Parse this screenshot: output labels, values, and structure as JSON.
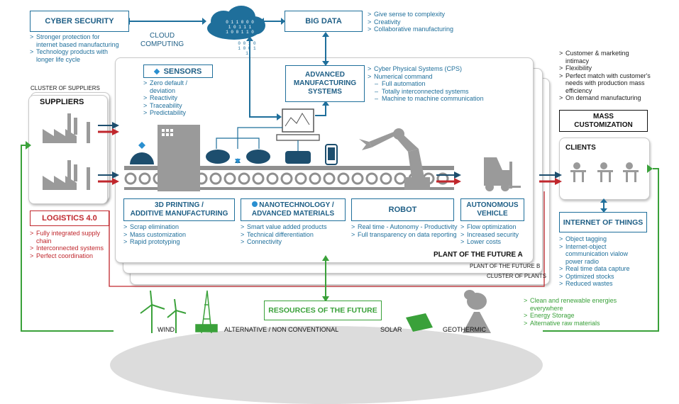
{
  "cyber_security": {
    "title": "CYBER SECURITY",
    "points": [
      "Stronger protection for internet based manufacturing",
      "Technology products with longer life cycle"
    ]
  },
  "cloud": {
    "label_line1": "CLOUD",
    "label_line2": "COMPUTING",
    "binary": [
      "0 1 1 0 0 0",
      "1 0 1 1 1",
      "1 0 0 1 1 0",
      "0 0 1 0",
      "1 0 0 1",
      "1"
    ]
  },
  "big_data": {
    "title": "BIG DATA",
    "points": [
      "Give sense to complexity",
      "Creativity",
      "Collaborative manufacturing"
    ]
  },
  "ams": {
    "title_line1": "ADVANCED",
    "title_line2": "MANUFACTURING",
    "title_line3": "SYSTEMS",
    "points": [
      "Cyber Physical Systems (CPS)",
      "Numerical command"
    ],
    "subpoints": [
      "Full automation",
      "Totally interconnected systems",
      "Machine to machine communication"
    ]
  },
  "mass_custom": {
    "points": [
      "Customer & marketing intimacy",
      "Flexibility",
      "Perfect match with customer's needs with production mass efficiency",
      "On demand manufacturing"
    ],
    "title_line1": "MASS",
    "title_line2": "CUSTOMIZATION"
  },
  "sensors": {
    "title": "SENSORS",
    "points": [
      "Zero default / deviation",
      "Reactivity",
      "Traceability",
      "Predictability"
    ]
  },
  "suppliers": {
    "cluster_label": "CLUSTER OF SUPPLIERS",
    "title": "SUPPLIERS"
  },
  "logistics": {
    "title": "LOGISTICS 4.0",
    "points": [
      "Fully integrated supply chain",
      "Interconnected systems",
      "Perfect coordination"
    ]
  },
  "printing": {
    "title_line1": "3D PRINTING /",
    "title_line2": "ADDITIVE MANUFACTURING",
    "points": [
      "Scrap elimination",
      "Mass customization",
      "Rapid prototyping"
    ]
  },
  "nano": {
    "title_line1": "NANOTECHNOLOGY /",
    "title_line2": "ADVANCED MATERIALS",
    "points": [
      "Smart value added products",
      "Technical differentiation",
      "Connectivity"
    ]
  },
  "robot": {
    "title": "ROBOT",
    "points": [
      "Real time - Autonomy - Productivity",
      "Full transparency on data reporting"
    ]
  },
  "vehicle": {
    "title_line1": "AUTONOMOUS",
    "title_line2": "VEHICLE",
    "points": [
      "Flow optimization",
      "Increased security",
      "Lower costs"
    ]
  },
  "plants": {
    "plant_a": "PLANT OF THE FUTURE A",
    "plant_b": "PLANT OF THE FUTURE B",
    "cluster": "CLUSTER OF PLANTS"
  },
  "clients": {
    "title": "CLIENTS"
  },
  "iot": {
    "title": "INTERNET OF THINGS",
    "points": [
      "Object tagging",
      "Internet-object communication vialow power radio",
      "Real time data capture",
      "Optimized stocks",
      "Reduced wastes"
    ]
  },
  "resources": {
    "title": "RESOURCES OF THE FUTURE",
    "points": [
      "Clean and renewable energies everywhere",
      "Energy Storage",
      "Alternative raw materials"
    ],
    "wind": "WIND",
    "alternative": "ALTERNATIVE / NON CONVENTIONAL",
    "solar": "SOLAR",
    "geothermic": "GEOTHERMIC"
  },
  "colors": {
    "blue": "#1f6f9b",
    "red": "#c0272d",
    "green": "#3aa13a",
    "grey": "#8f8f8f",
    "navy": "#1d4e6e"
  }
}
